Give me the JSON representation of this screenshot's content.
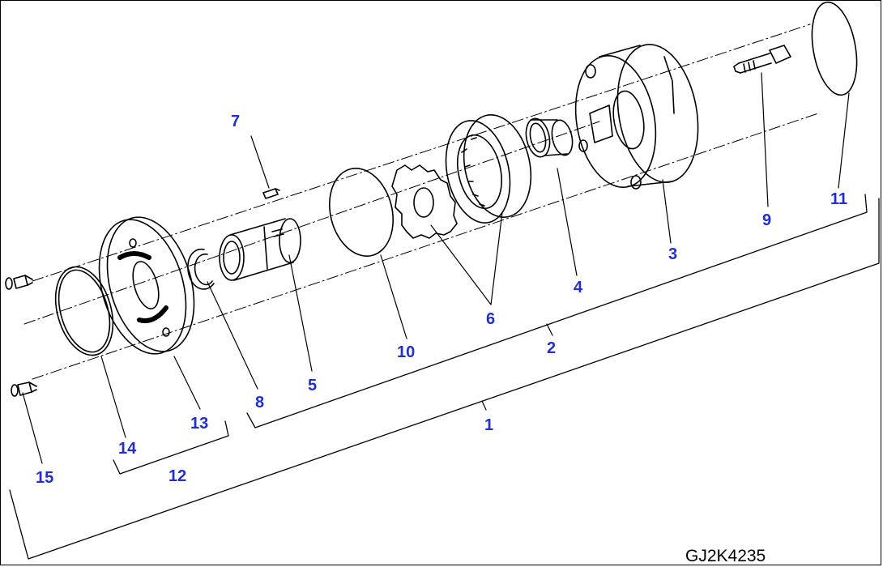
{
  "drawing_code": "GJ2K4235",
  "colors": {
    "callout": "#1f2fd0",
    "line": "#000000",
    "background": "#ffffff"
  },
  "callouts": [
    "1",
    "2",
    "3",
    "4",
    "5",
    "6",
    "7",
    "8",
    "9",
    "10",
    "11",
    "12",
    "13",
    "14",
    "15"
  ]
}
